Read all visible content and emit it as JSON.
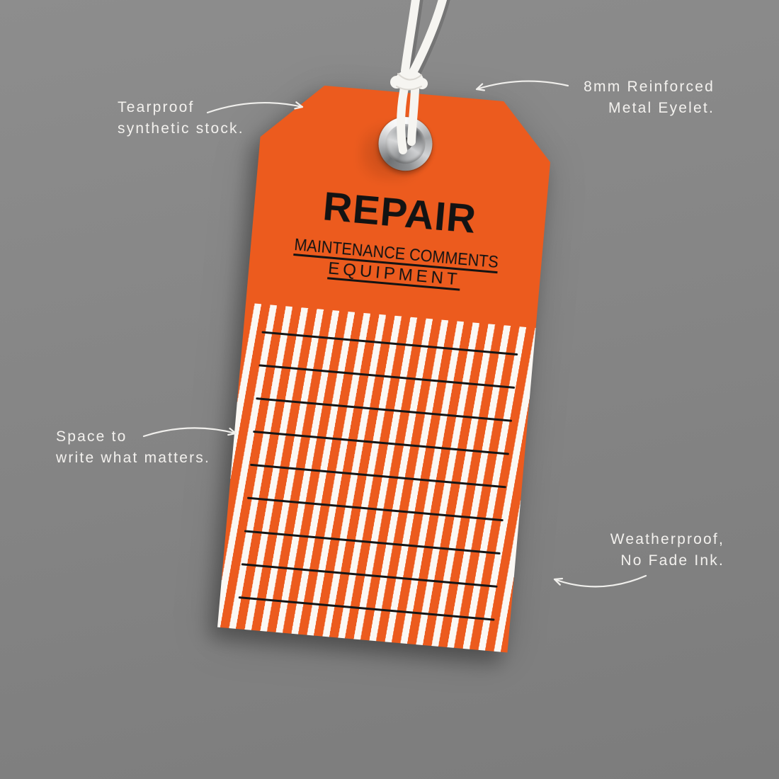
{
  "scene": {
    "background_color": "#848484"
  },
  "tag": {
    "orange_color": "#EC5B1E",
    "stripe_color": "#FBF8F4",
    "write_line_color": "#161616",
    "title": "REPAIR",
    "subtitle1": "MAINTENANCE COMMENTS",
    "subtitle2": "EQUIPMENT",
    "write_line_count": 9,
    "eyelet": {
      "metal_color": "#C6C7C9",
      "string_color": "#F6F5F1"
    }
  },
  "annotations": [
    {
      "id": "tearproof",
      "lines": [
        "Tearproof",
        "synthetic stock."
      ]
    },
    {
      "id": "eyelet-note",
      "lines": [
        "8mm Reinforced",
        "Metal Eyelet."
      ]
    },
    {
      "id": "space-note",
      "lines": [
        "Space to",
        "write what matters."
      ]
    },
    {
      "id": "weatherproof",
      "lines": [
        "Weatherproof,",
        "No Fade Ink."
      ]
    }
  ]
}
